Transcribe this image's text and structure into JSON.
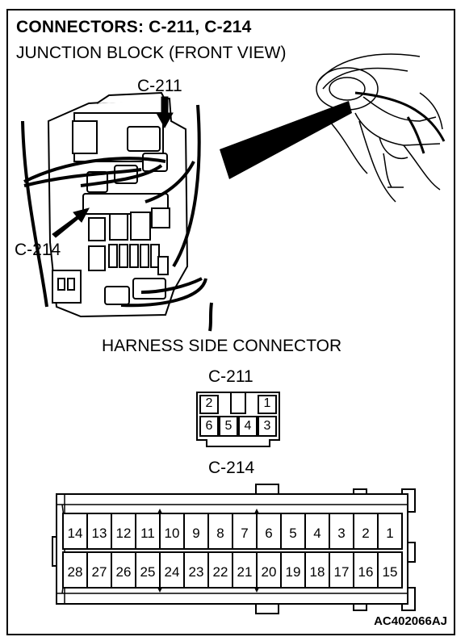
{
  "title": "CONNECTORS: C-211, C-214",
  "subtitle": "JUNCTION BLOCK (FRONT VIEW)",
  "callout_c211": "C-211",
  "callout_c214": "C-214",
  "section_heading": "HARNESS SIDE CONNECTOR",
  "connector_c211": {
    "label": "C-211",
    "top_pins": [
      "2",
      "1"
    ],
    "bottom_pins": [
      "6",
      "5",
      "4",
      "3"
    ]
  },
  "connector_c214": {
    "label": "C-214",
    "top_pins": [
      "14",
      "13",
      "12",
      "11",
      "10",
      "9",
      "8",
      "7",
      "6",
      "5",
      "4",
      "3",
      "2",
      "1"
    ],
    "bottom_pins": [
      "28",
      "27",
      "26",
      "25",
      "24",
      "23",
      "22",
      "21",
      "20",
      "19",
      "18",
      "17",
      "16",
      "15"
    ]
  },
  "figure_code": "AC402066AJ"
}
